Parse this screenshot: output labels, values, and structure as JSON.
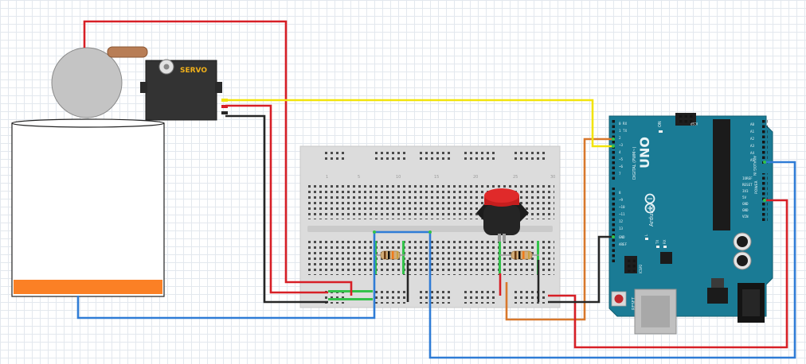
{
  "servo": {
    "label": "SERVO"
  },
  "arduino": {
    "model": "UNO",
    "brand": "Arduino",
    "reset_label": "RESET",
    "on_label": "ON",
    "l_label": "L",
    "tx_label": "TX",
    "rx_label": "RX",
    "icsp_label": "ICSP",
    "icsp2_label": "ICSP2",
    "digital_label": "DIGITAL (PWM~)",
    "analog_label": "ANALOG IN",
    "power_label": "POWER",
    "digital_pins": [
      "0 RX",
      "1 TX",
      "2",
      "~3",
      "4",
      "~5",
      "~6",
      "7",
      "8",
      "~9",
      "~10",
      "~11",
      "12",
      "13",
      "GND",
      "AREF"
    ],
    "power_pins": [
      "IOREF",
      "RESET",
      "3V3",
      "5V",
      "GND",
      "GND",
      "VIN"
    ],
    "analog_pins": [
      "A0",
      "A1",
      "A2",
      "A3",
      "A4",
      "A5"
    ]
  },
  "breadboard": {
    "column_numbers": [
      "1",
      "5",
      "10",
      "15",
      "20",
      "25",
      "30"
    ]
  },
  "colors": {
    "wire_red": "#d71f26",
    "wire_black": "#262626",
    "wire_yellow": "#f2e40c",
    "wire_orange": "#d8782c",
    "wire_blue": "#2f7cd6",
    "arduino_teal": "#1a7b95",
    "level_orange": "#fb8025"
  }
}
